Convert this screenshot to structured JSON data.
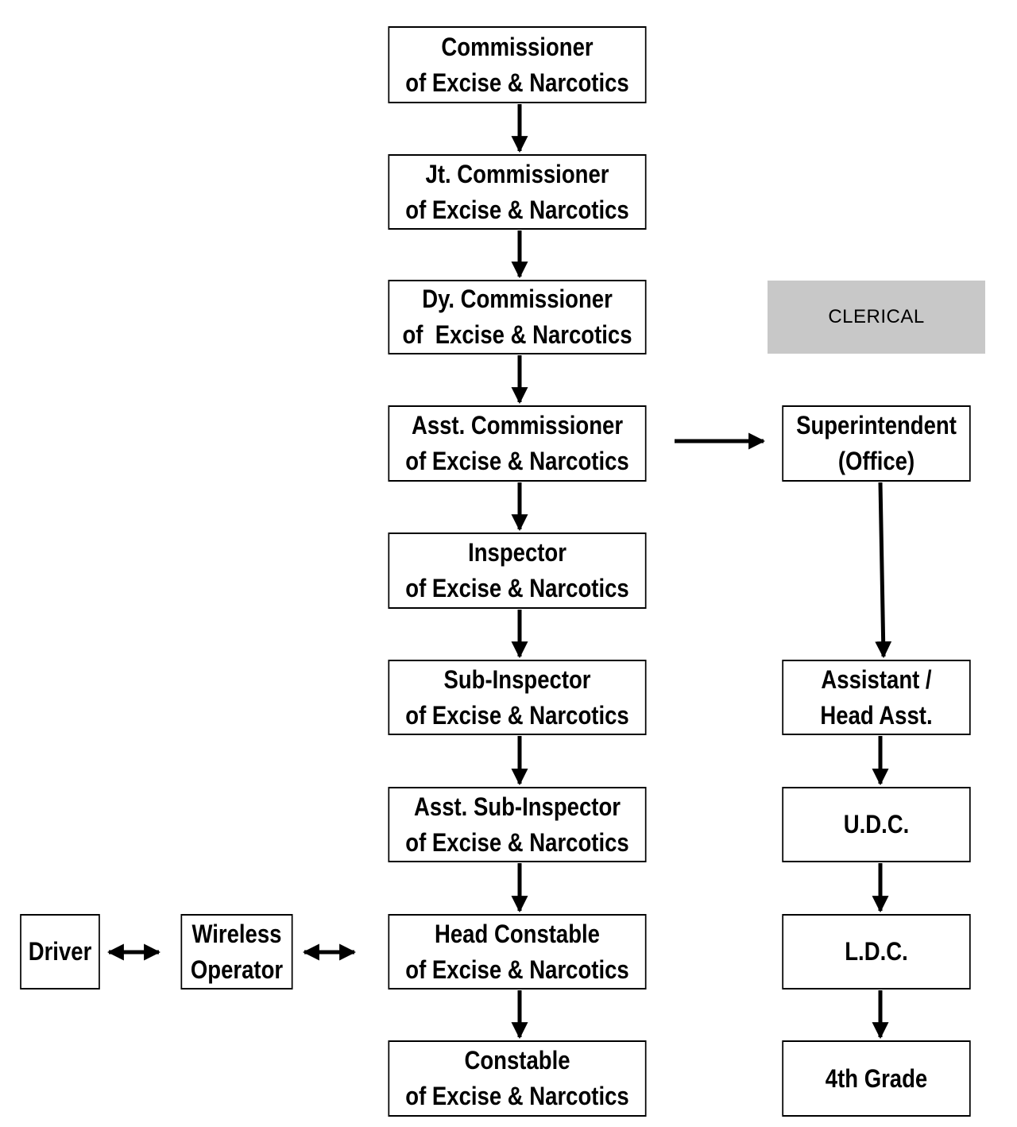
{
  "main_column": [
    {
      "line1": "Commissioner",
      "line2": "of Excise & Narcotics"
    },
    {
      "line1": "Jt. Commissioner",
      "line2": "of Excise & Narcotics"
    },
    {
      "line1": "Dy. Commissioner",
      "line2": "of  Excise & Narcotics"
    },
    {
      "line1": "Asst. Commissioner",
      "line2": "of Excise & Narcotics"
    },
    {
      "line1": "Inspector",
      "line2": "of Excise & Narcotics"
    },
    {
      "line1": "Sub-Inspector",
      "line2": "of Excise & Narcotics"
    },
    {
      "line1": "Asst. Sub-Inspector",
      "line2": "of Excise & Narcotics"
    },
    {
      "line1": "Head Constable",
      "line2": "of Excise & Narcotics"
    },
    {
      "line1": "Constable",
      "line2": "of Excise & Narcotics"
    }
  ],
  "clerical_header": "CLERICAL",
  "clerical_column": [
    {
      "line1": "Superintendent",
      "line2": "(Office)"
    },
    {
      "line1": "Assistant /",
      "line2": "Head Asst."
    },
    {
      "line1": "U.D.C.",
      "line2": ""
    },
    {
      "line1": "L.D.C.",
      "line2": ""
    },
    {
      "line1": "4th Grade",
      "line2": ""
    }
  ],
  "side_boxes": [
    {
      "line1": "Driver",
      "line2": ""
    },
    {
      "line1": "Wireless",
      "line2": "Operator"
    }
  ],
  "colors": {
    "border": "#000000",
    "clerical_fill": "#c8c8c8",
    "background": "#ffffff"
  }
}
